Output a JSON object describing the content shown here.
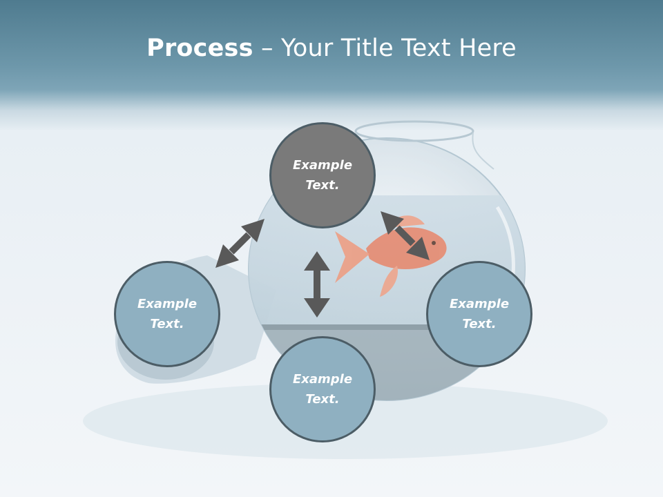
{
  "title": {
    "strong": "Process",
    "rest": " – Your Title Text Here"
  },
  "nodes": {
    "top": {
      "text": "Example\nText."
    },
    "left": {
      "text": "Example\nText."
    },
    "right": {
      "text": "Example\nText."
    },
    "bottom": {
      "text": "Example\nText."
    }
  },
  "colors": {
    "header": "#5f8ba0",
    "node_top": "#7a7a7a",
    "node_blue": "#8fb0c1",
    "node_border": "#4c5d66",
    "arrow": "#595959",
    "fish": "#e8866a"
  }
}
